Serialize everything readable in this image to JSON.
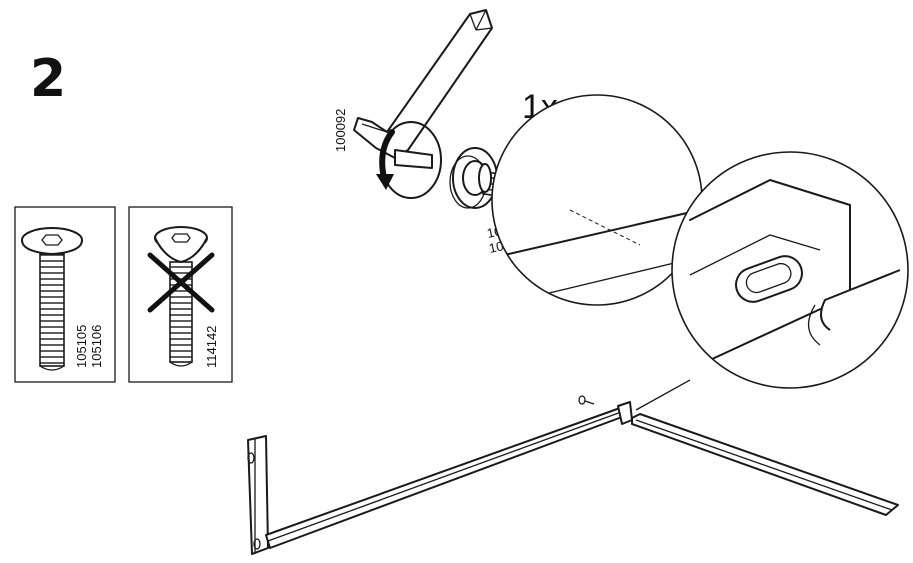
{
  "step_number": "2",
  "quantity": "1x",
  "allen_key_code": "100092",
  "screw_codes": [
    "105105",
    "105106"
  ],
  "wrong_screw_code": "114142"
}
